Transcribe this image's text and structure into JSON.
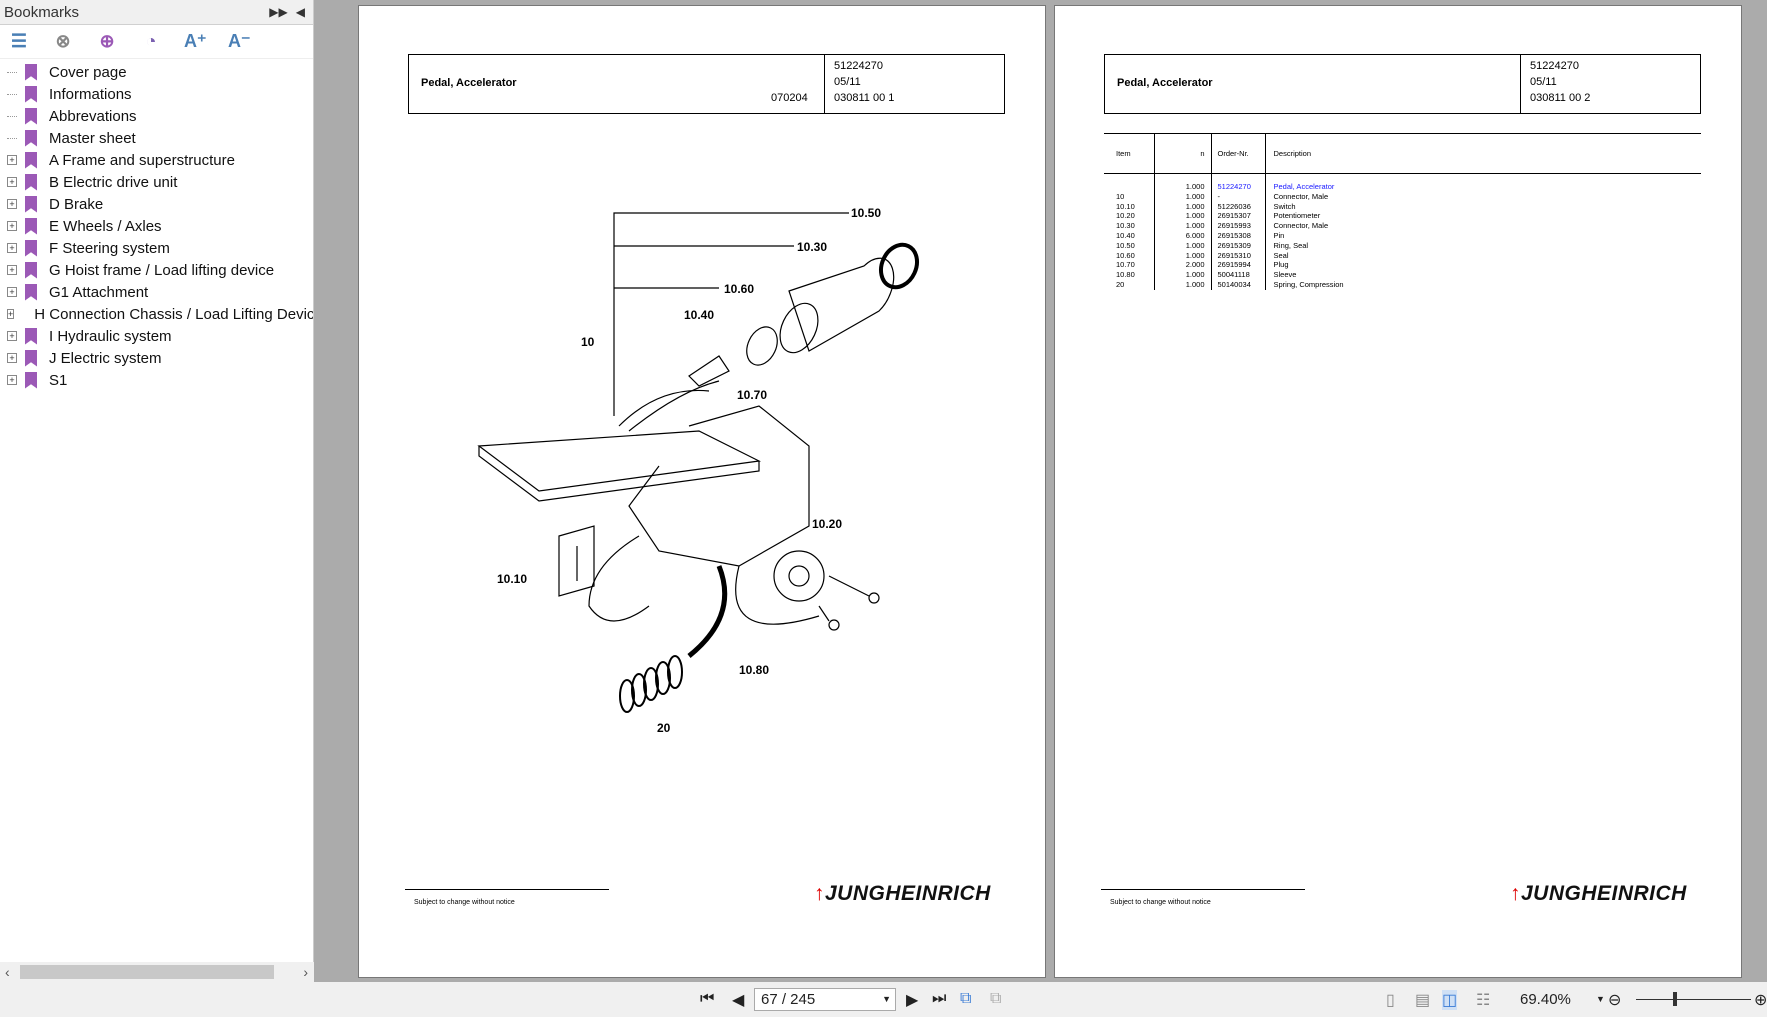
{
  "sidebar": {
    "title": "Bookmarks",
    "items": [
      {
        "label": "Cover page",
        "expandable": false
      },
      {
        "label": "Informations",
        "expandable": false
      },
      {
        "label": "Abbrevations",
        "expandable": false
      },
      {
        "label": "Master sheet",
        "expandable": false
      },
      {
        "label": "A Frame and superstructure",
        "expandable": true
      },
      {
        "label": "B Electric drive unit",
        "expandable": true
      },
      {
        "label": "D Brake",
        "expandable": true
      },
      {
        "label": "E Wheels / Axles",
        "expandable": true
      },
      {
        "label": "F Steering system",
        "expandable": true
      },
      {
        "label": "G Hoist frame / Load lifting device",
        "expandable": true
      },
      {
        "label": "G1 Attachment",
        "expandable": true
      },
      {
        "label": "H Connection Chassis / Load Lifting Device",
        "expandable": true
      },
      {
        "label": "I Hydraulic system",
        "expandable": true
      },
      {
        "label": "J Electric system",
        "expandable": true
      },
      {
        "label": "S1",
        "expandable": true
      }
    ]
  },
  "page1": {
    "title": "Pedal, Accelerator",
    "date": "070204",
    "number": "51224270",
    "version": "05/11",
    "code": "030811 00 1",
    "labels": [
      "10.50",
      "10.30",
      "10.60",
      "10.40",
      "10",
      "10.70",
      "10.20",
      "10.10",
      "10.80",
      "20"
    ],
    "footer": "Subject to change without notice",
    "logo": "JUNGHEINRICH"
  },
  "page2": {
    "title": "Pedal, Accelerator",
    "number": "51224270",
    "version": "05/11",
    "code": "030811 00 2",
    "headers": [
      "Item",
      "n",
      "Order-Nr.",
      "Description"
    ],
    "rows": [
      [
        "",
        "1.000",
        "51224270",
        "Pedal, Accelerator"
      ],
      [
        "10",
        "1.000",
        "-",
        "Connector, Male"
      ],
      [
        "10.10",
        "1.000",
        "51226036",
        "Switch"
      ],
      [
        "10.20",
        "1.000",
        "26915307",
        "Potentiometer"
      ],
      [
        "10.30",
        "1.000",
        "26915993",
        "Connector, Male"
      ],
      [
        "10.40",
        "6.000",
        "26915308",
        "Pin"
      ],
      [
        "10.50",
        "1.000",
        "26915309",
        "Ring, Seal"
      ],
      [
        "10.60",
        "1.000",
        "26915310",
        "Seal"
      ],
      [
        "10.70",
        "2.000",
        "26915994",
        "Plug"
      ],
      [
        "10.80",
        "1.000",
        "50041118",
        "Sleeve"
      ],
      [
        "20",
        "1.000",
        "50140034",
        "Spring, Compression"
      ]
    ],
    "footer": "Subject to change without notice",
    "logo": "JUNGHEINRICH"
  },
  "toolbar": {
    "page": "67 / 245",
    "zoom": "69.40%"
  }
}
